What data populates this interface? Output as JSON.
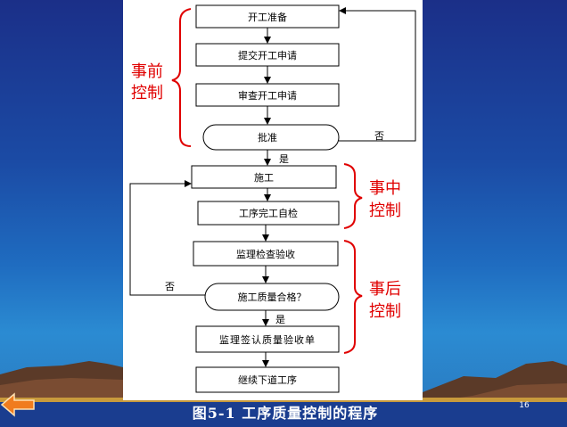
{
  "flowchart": {
    "nodes": {
      "prepare": "开工准备",
      "submit": "提交开工申请",
      "review": "审查开工申请",
      "approve": "批准",
      "construct": "施工",
      "self_check": "工序完工自检",
      "inspect": "监理检查验收",
      "quality_ok": "施工质量合格？",
      "sign": "监理签认质量验收单",
      "next": "继续下道工序"
    },
    "edge_labels": {
      "approve_no": "否",
      "approve_yes": "是",
      "quality_no": "否",
      "quality_yes": "是"
    },
    "stages": {
      "before_line1": "事前",
      "before_line2": "控制",
      "during_line1": "事中",
      "during_line2": "控制",
      "after_line1": "事后",
      "after_line2": "控制"
    }
  },
  "caption": "图5-1  工序质量控制的程序",
  "page_number": "16",
  "colors": {
    "stage_label": "#e00000",
    "bracket": "#e00000",
    "caption_text": "#ffffff"
  },
  "icons": {
    "back": "back-arrow-icon"
  }
}
